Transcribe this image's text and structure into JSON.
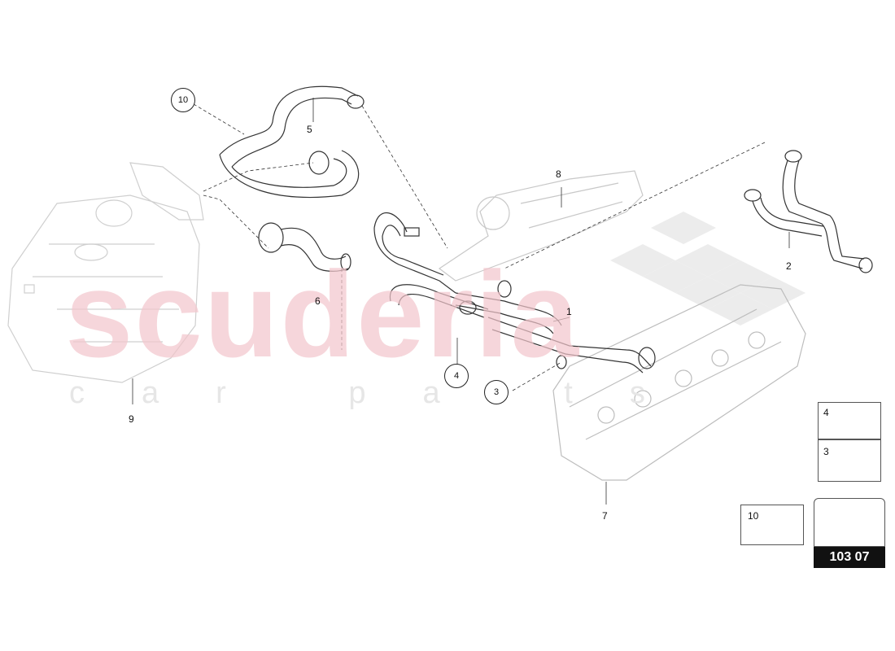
{
  "watermark": {
    "main": "scuderia",
    "sub": "car parts"
  },
  "callouts": {
    "p1": "1",
    "p2": "2",
    "p5": "5",
    "p6": "6",
    "p7": "7",
    "p8": "8",
    "p9": "9"
  },
  "circled": {
    "c10": "10",
    "c4": "4",
    "c3": "3"
  },
  "insets": {
    "i4": "4",
    "i3": "3",
    "i10": "10"
  },
  "page_ref": "103 07",
  "colors": {
    "line": "#333333",
    "ghost": "#cfcfcf",
    "watermark": "#f3c6cc"
  }
}
